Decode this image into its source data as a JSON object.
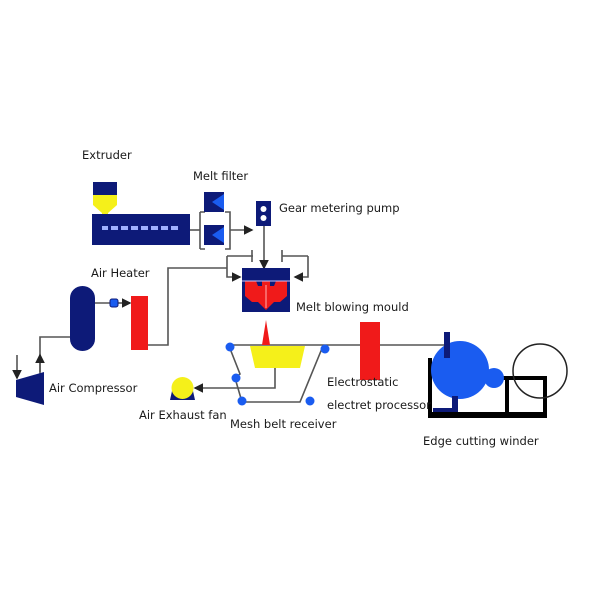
{
  "diagram": {
    "title": "Melt-blown nonwoven production line",
    "labels": {
      "extruder": "Extruder",
      "melt_filter": "Melt filter",
      "gear_metering_pump": "Gear metering pump",
      "air_heater": "Air Heater",
      "melt_blowing_mould": "Melt blowing mould",
      "air_compressor": "Air Compressor",
      "air_exhaust_fan": "Air Exhaust fan",
      "mesh_belt_receiver": "Mesh belt receiver",
      "electrostatic_line1": "Electrostatic",
      "electrostatic_line2": "electret processor",
      "edge_cutting_winder": "Edge cutting winder"
    },
    "colors": {
      "navy": "#0d1a78",
      "blue": "#1a5cf0",
      "red": "#f01a1a",
      "yellow": "#f5f01a",
      "line": "#555555"
    }
  }
}
